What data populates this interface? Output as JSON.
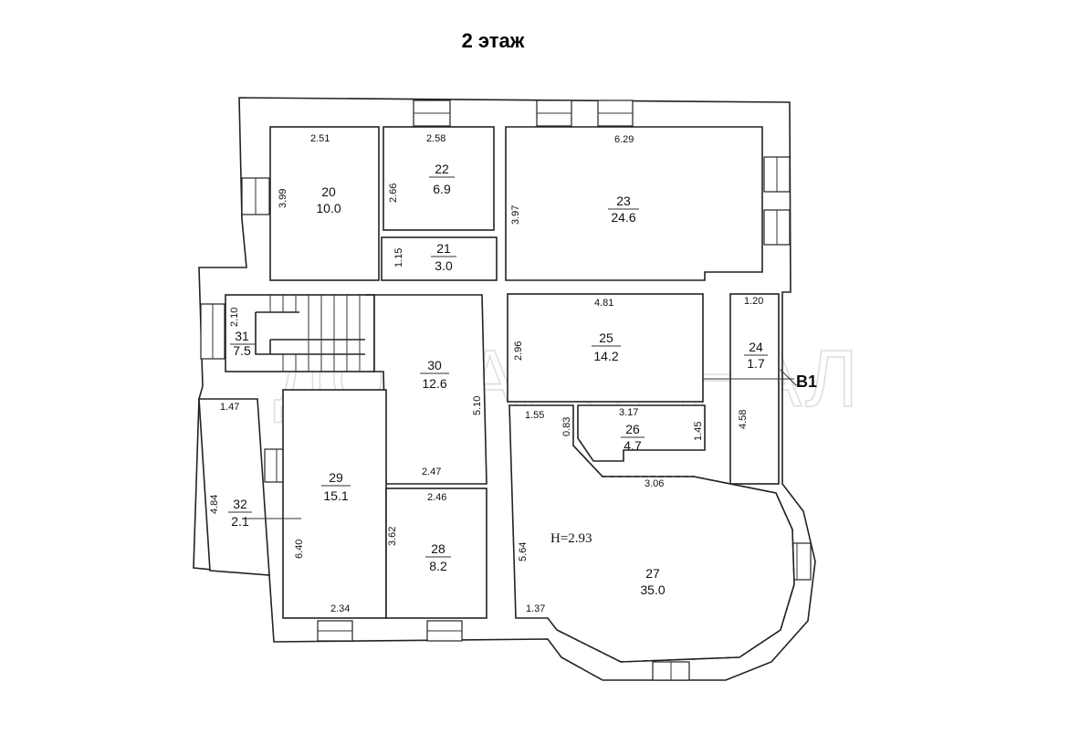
{
  "title": "2 этаж",
  "watermark": "ДОМАРСЕНАЛ",
  "entrance_label": "В1",
  "ceiling_height": "H=2.93",
  "rooms": [
    {
      "id": "20",
      "area": "10.0",
      "dims": [
        "2.51",
        "3.99"
      ]
    },
    {
      "id": "21",
      "area": "3.0",
      "dims": [
        "1.15"
      ]
    },
    {
      "id": "22",
      "area": "6.9",
      "dims": [
        "2.58",
        "2.66"
      ]
    },
    {
      "id": "23",
      "area": "24.6",
      "dims": [
        "6.29",
        "3.97"
      ]
    },
    {
      "id": "24",
      "area": "1.7",
      "dims": [
        "1.20",
        "4.58"
      ]
    },
    {
      "id": "25",
      "area": "14.2",
      "dims": [
        "4.81",
        "2.96"
      ]
    },
    {
      "id": "26",
      "area": "4.7",
      "dims": [
        "3.17",
        "1.45",
        "0.83"
      ]
    },
    {
      "id": "27",
      "area": "35.0",
      "dims": [
        "1.55",
        "5.64",
        "1.37",
        "3.06"
      ]
    },
    {
      "id": "28",
      "area": "8.2",
      "dims": [
        "2.46",
        "3.62"
      ]
    },
    {
      "id": "29",
      "area": "15.1",
      "dims": [
        "6.40",
        "2.34"
      ]
    },
    {
      "id": "30",
      "area": "12.6",
      "dims": [
        "5.10",
        "2.47"
      ]
    },
    {
      "id": "31",
      "area": "7.5",
      "dims": [
        "2.10"
      ]
    },
    {
      "id": "32",
      "area": "2.1",
      "dims": [
        "1.47",
        "4.84"
      ]
    }
  ]
}
